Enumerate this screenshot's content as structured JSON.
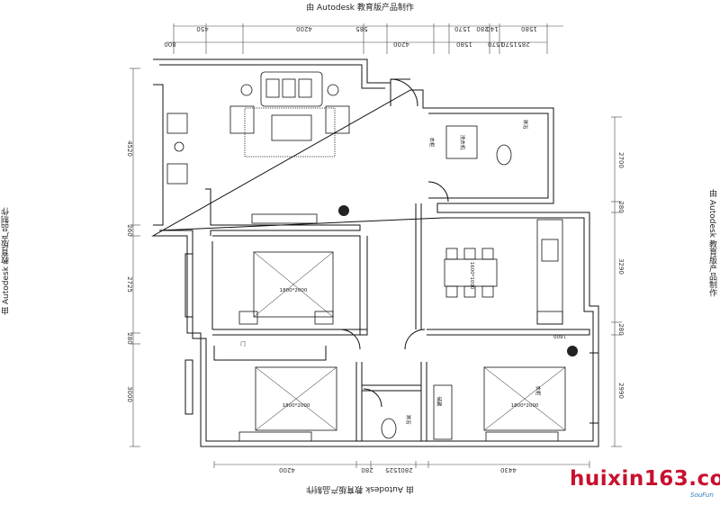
{
  "edge_texts": {
    "top": "由 Autodesk 教育版产品制作",
    "bottom": "由 Autodesk 教育版产品制作",
    "left": "由 Autodesk 教育版产品制作",
    "right": "由 Autodesk 教育版产品制作"
  },
  "watermark": {
    "text": "huixin163.com",
    "small": "SouFun",
    "color": "#c8102e"
  },
  "dimensions": {
    "top_sub": [
      "800",
      "4200",
      "285",
      "1570",
      "1570",
      "1580"
    ],
    "top_main": [
      "450",
      "4200",
      "585",
      "1570",
      "280",
      "140",
      "1580"
    ],
    "left": [
      "4520",
      "260",
      "2725",
      "280",
      "3000"
    ],
    "right": [
      "2700",
      "280",
      "3290",
      "280",
      "2990"
    ],
    "bottom": [
      "4200",
      "280",
      "1525",
      "280",
      "4430"
    ]
  },
  "table_labels": [
    "1600*1000",
    "1800*2000",
    "1800*2000",
    "1800*2000"
  ],
  "room_labels": [
    "衣柜",
    "洗衣机",
    "淋浴",
    "门",
    "淋浴",
    "储藏",
    "衣柜"
  ],
  "misc_labels": [
    "1600"
  ]
}
